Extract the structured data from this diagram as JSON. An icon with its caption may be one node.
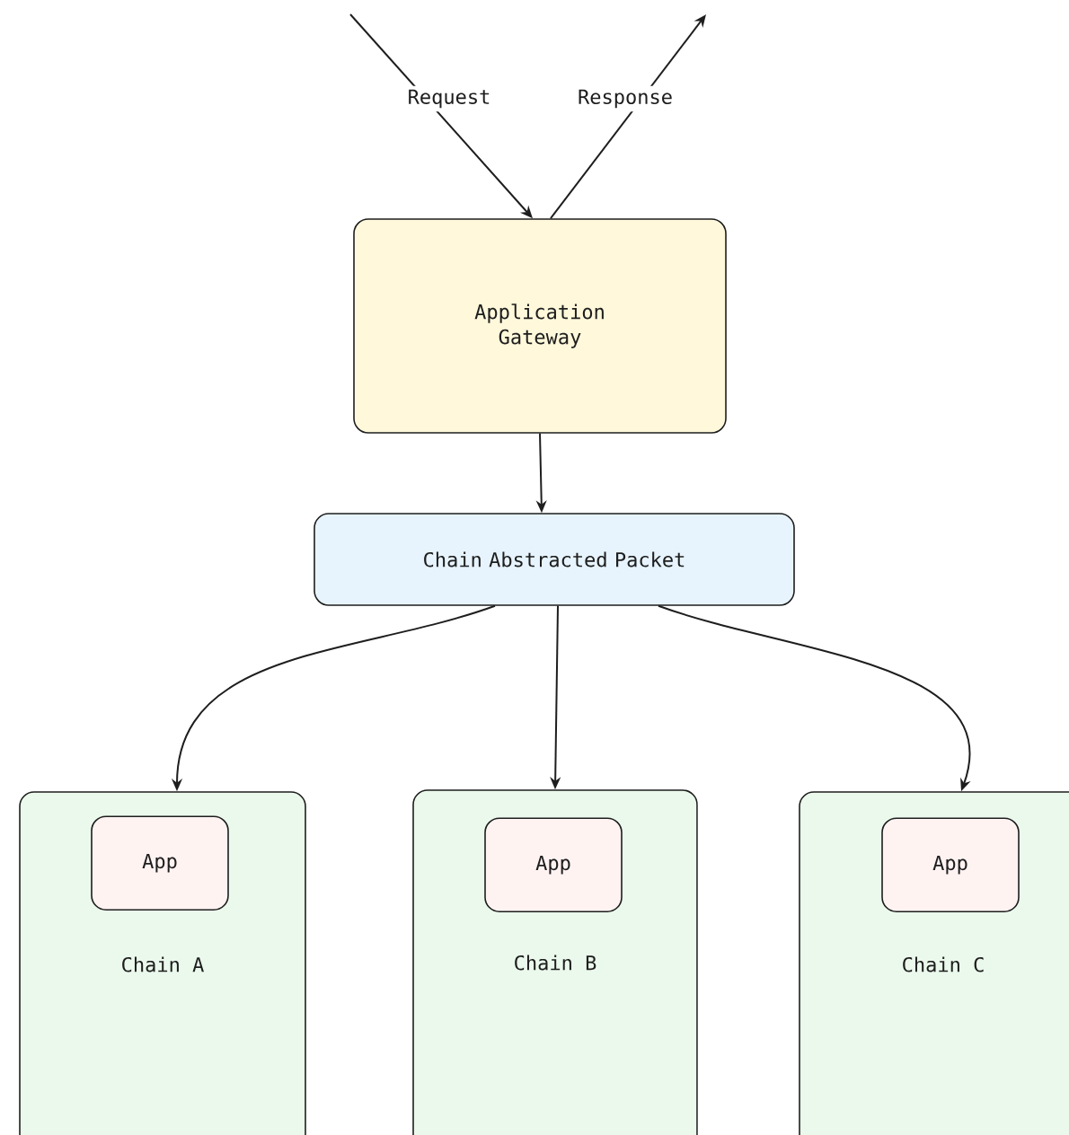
{
  "diagram": {
    "nodes": [
      {
        "text": [
          "Application Gateway"
        ]
      },
      {
        "text": [
          "Chain Abstracted Packet"
        ]
      },
      {
        "text": [
          "Chain A"
        ]
      },
      {
        "text": [
          "App"
        ],
        "in": 2
      },
      {
        "text": [
          "Chain B"
        ]
      },
      {
        "text": [
          "App"
        ],
        "in": 4
      },
      {
        "text": [
          "Chain C"
        ]
      },
      {
        "text": [
          "App"
        ],
        "in": 6
      }
    ],
    "edges": [
      {
        "from": null,
        "to": 0,
        "arrow": "to",
        "label": "Request"
      },
      {
        "from": 0,
        "to": null,
        "arrow": "to",
        "label": "Response"
      },
      {
        "from": 0,
        "to": 1,
        "arrow": "to"
      },
      {
        "from": 1,
        "to": 2,
        "arrow": "to"
      },
      {
        "from": 1,
        "to": 4,
        "arrow": "to"
      },
      {
        "from": 1,
        "to": 6,
        "arrow": "to"
      }
    ]
  }
}
